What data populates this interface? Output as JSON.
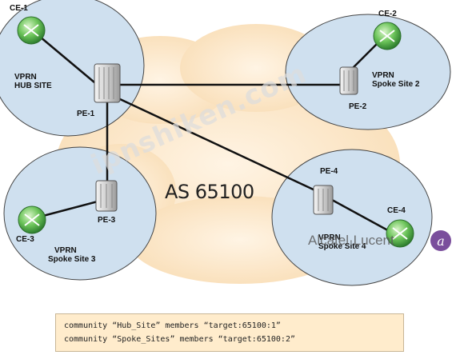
{
  "nodes": {
    "ce1": "CE-1",
    "ce2": "CE-2",
    "ce3": "CE-3",
    "ce4": "CE-4",
    "pe1": "PE-1",
    "pe2": "PE-2",
    "pe3": "PE-3",
    "pe4": "PE-4"
  },
  "sites": {
    "hub": [
      "VPRN",
      "HUB SITE"
    ],
    "spoke2": [
      "VPRN",
      "Spoke Site 2"
    ],
    "spoke3": [
      "VPRN",
      "Spoke Site 3"
    ],
    "spoke4": [
      "VPRN",
      "Spoke Site 4"
    ]
  },
  "as_label": "AS 65100",
  "watermark": "ipnshiken.com",
  "brand": "Alcatel·Lucent",
  "config_lines": [
    "community “Hub_Site” members “target:65100:1”",
    "community “Spoke_Sites” members “target:65100:2”"
  ],
  "colors": {
    "cloud": "#fbe2bf",
    "site_ellipse": "#cfe0ef",
    "ce_router": "#3f9a3f",
    "config_bg": "#ffeccc"
  }
}
